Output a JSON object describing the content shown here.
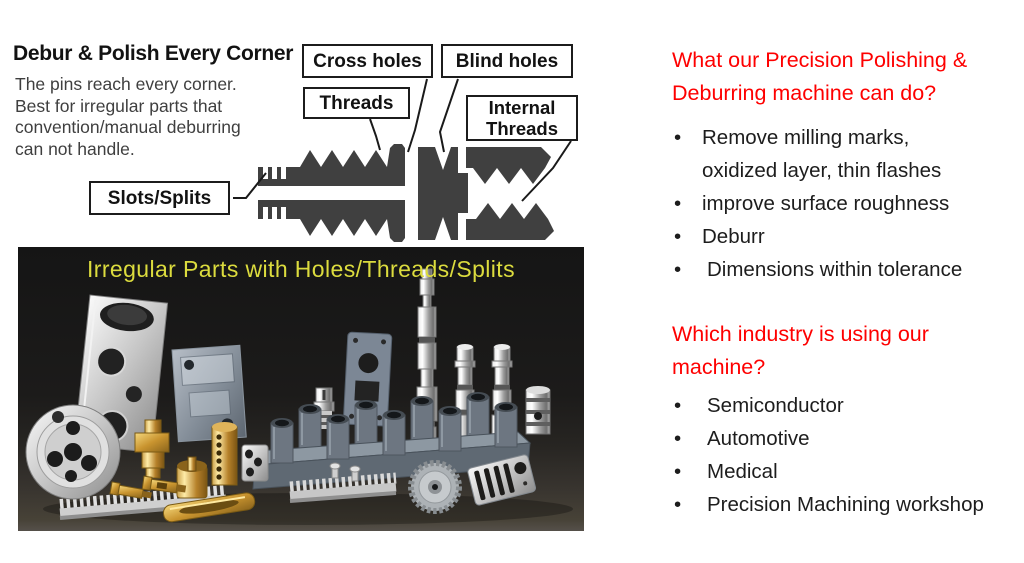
{
  "left_panel": {
    "heading": "Debur & Polish Every Corner",
    "description_lines": [
      "The pins reach every corner.",
      "Best for irregular parts that",
      "convention/manual deburring",
      "can not handle."
    ],
    "diagram": {
      "labels": {
        "cross_holes": "Cross holes",
        "blind_holes": "Blind holes",
        "threads": "Threads",
        "internal_threads": "Internal Threads",
        "slots_splits": "Slots/Splits"
      }
    },
    "photo_caption": "Irregular Parts with Holes/Threads/Splits"
  },
  "right_panel": {
    "bullet_glyph": "•",
    "section1": {
      "heading_lines": [
        "What our Precision Polishing &",
        "Deburring machine can do?"
      ],
      "bullets": [
        {
          "lines": [
            "Remove milling marks,",
            "oxidized layer, thin flashes"
          ]
        },
        {
          "lines": [
            "improve surface roughness"
          ]
        },
        {
          "lines": [
            "Deburr"
          ]
        },
        {
          "lines": [
            "Dimensions within tolerance"
          ]
        }
      ]
    },
    "section2": {
      "heading_lines": [
        "Which industry is using our",
        "machine?"
      ],
      "bullets": [
        {
          "lines": [
            "Semiconductor"
          ]
        },
        {
          "lines": [
            "Automotive"
          ]
        },
        {
          "lines": [
            "Medical"
          ]
        },
        {
          "lines": [
            "Precision Machining workshop"
          ]
        }
      ]
    }
  },
  "colors": {
    "accent_red": "#fe0000",
    "caption_yellow": "#dcdc3e",
    "diagram_gray": "#404040",
    "photo_bg": "#171717",
    "text_dark": "#1d1d1d",
    "text_gray": "#3f3f3f"
  }
}
